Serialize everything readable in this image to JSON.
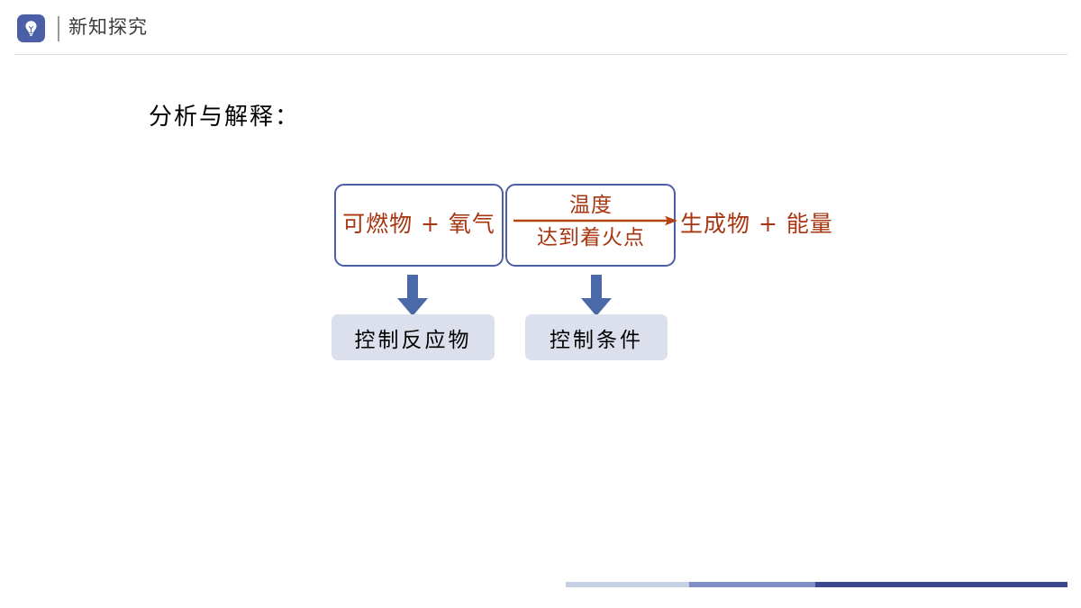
{
  "header": {
    "icon": "lightbulb-icon",
    "title": "新知探究",
    "icon_bg": "#4a5fa5"
  },
  "section": {
    "heading": "分析与解释："
  },
  "diagram": {
    "equation": {
      "reactants": "可燃物 + 氧气",
      "condition_above": "温度",
      "condition_below": "达到着火点",
      "arrow": "rightwards-arrow",
      "products": "生成物 + 能量",
      "text_color": "#a83410",
      "box_border_color": "#4a5fa5"
    },
    "flow": [
      {
        "arrow": "down-arrow",
        "label": "控制反应物"
      },
      {
        "arrow": "down-arrow",
        "label": "控制条件"
      }
    ],
    "arrow_color": "#4a69a8",
    "result_box_bg": "#dcdfec"
  },
  "footer": {
    "progress_segments": [
      {
        "name": "segment-1",
        "color": "#c5d0e4"
      },
      {
        "name": "segment-2",
        "color": "#7e8fc4"
      },
      {
        "name": "segment-3",
        "color": "#39488c"
      }
    ]
  }
}
